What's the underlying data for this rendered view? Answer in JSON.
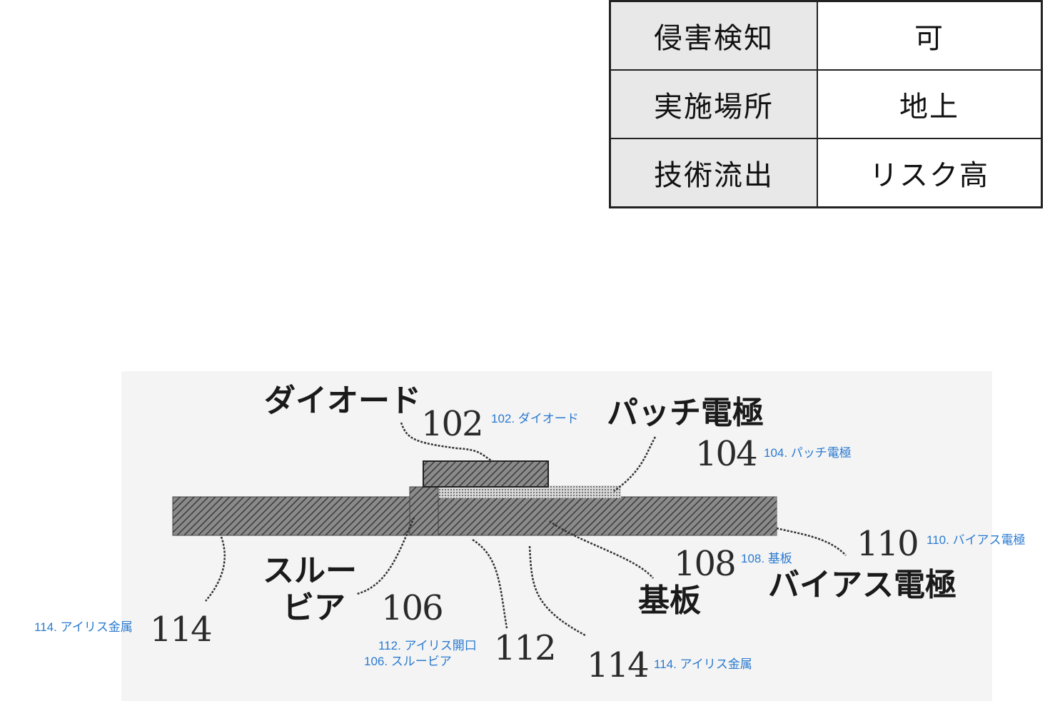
{
  "table": {
    "rows": [
      {
        "key": "侵害検知",
        "value": "可"
      },
      {
        "key": "実施場所",
        "value": "地上"
      },
      {
        "key": "技術流出",
        "value": "リスク高"
      }
    ]
  },
  "diagram": {
    "labels": {
      "diode": "ダイオード",
      "patch_electrode": "パッチ電極",
      "through_via_line1": "スルー",
      "through_via_line2": "ビア",
      "substrate": "基板",
      "bias_electrode": "バイアス電極"
    },
    "ref_numbers": {
      "n102": "102",
      "n104": "104",
      "n106": "106",
      "n108": "108",
      "n110": "110",
      "n112": "112",
      "n114_left": "114",
      "n114_right": "114"
    },
    "annotations": {
      "a102": "102. ダイオード",
      "a104": "104. パッチ電極",
      "a106": "106. スルービア",
      "a108": "108. 基板",
      "a110": "110. バイアス電極",
      "a112": "112. アイリス開口",
      "a114_left": "114. アイリス金属",
      "a114_right": "114. アイリス金属"
    },
    "colors": {
      "annotation": "#2a7ad0",
      "table_header_bg": "#e8e8e8"
    }
  }
}
